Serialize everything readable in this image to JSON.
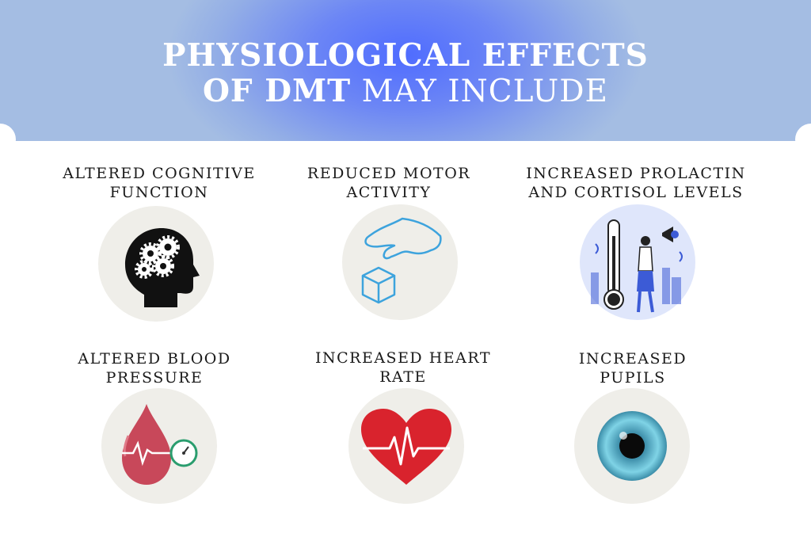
{
  "header": {
    "title_line1": "PHYSIOLOGICAL EFFECTS",
    "title_line2_bold": "OF DMT",
    "title_line2_rest": " MAY INCLUDE"
  },
  "effects": [
    {
      "line1": "ALTERED COGNITIVE",
      "line2": "FUNCTION",
      "icon": "head-gears-icon"
    },
    {
      "line1": "REDUCED MOTOR",
      "line2": "ACTIVITY",
      "icon": "hand-block-icon"
    },
    {
      "line1": "INCREASED PROLACTIN",
      "line2": "AND CORTISOL LEVELS",
      "icon": "thermometer-stress-icon"
    },
    {
      "line1": "ALTERED BLOOD",
      "line2": "PRESSURE",
      "icon": "blood-pressure-icon"
    },
    {
      "line1": "INCREASED HEART",
      "line2": "RATE",
      "icon": "heart-rate-icon"
    },
    {
      "line1": "INCREASED",
      "line2": "PUPILS",
      "icon": "eye-pupil-icon"
    }
  ],
  "colors": {
    "header_center": "#4f6cff",
    "header_edge": "#a4bde3",
    "circle_bg": "#efeee9",
    "heart_red": "#d9232d",
    "blood_red": "#c8485a",
    "eye_blue": "#5ab8d2"
  }
}
